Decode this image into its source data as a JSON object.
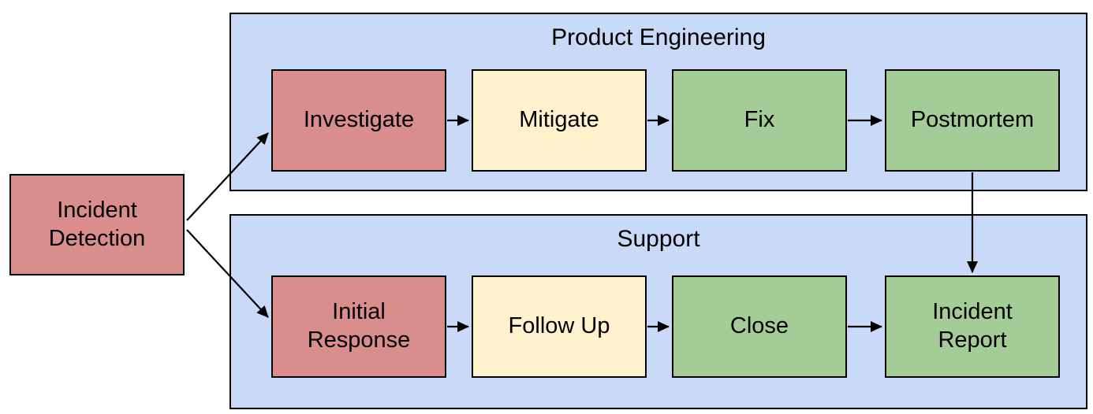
{
  "colors": {
    "red": "#d98d8d",
    "yellow": "#fff2cc",
    "green": "#a4cc96",
    "lane-fill": "#c9daf8",
    "stroke": "#000000",
    "text": "#000000",
    "background": "#ffffff"
  },
  "nodes": {
    "incident_detection": {
      "label": "Incident Detection",
      "fill": "red"
    },
    "investigate": {
      "label": "Investigate",
      "fill": "red"
    },
    "mitigate": {
      "label": "Mitigate",
      "fill": "yellow"
    },
    "fix": {
      "label": "Fix",
      "fill": "green"
    },
    "postmortem": {
      "label": "Postmortem",
      "fill": "green"
    },
    "initial_response": {
      "label": "Initial Response",
      "fill": "red"
    },
    "follow_up": {
      "label": "Follow Up",
      "fill": "yellow"
    },
    "close": {
      "label": "Close",
      "fill": "green"
    },
    "incident_report": {
      "label": "Incident Report",
      "fill": "green"
    }
  },
  "lanes": [
    {
      "title": "Product Engineering",
      "nodes": [
        "investigate",
        "mitigate",
        "fix",
        "postmortem"
      ]
    },
    {
      "title": "Support",
      "nodes": [
        "initial_response",
        "follow_up",
        "close",
        "incident_report"
      ]
    }
  ],
  "edges": [
    {
      "from": "incident_detection",
      "to": "investigate"
    },
    {
      "from": "incident_detection",
      "to": "initial_response"
    },
    {
      "from": "investigate",
      "to": "mitigate"
    },
    {
      "from": "mitigate",
      "to": "fix"
    },
    {
      "from": "fix",
      "to": "postmortem"
    },
    {
      "from": "postmortem",
      "to": "incident_report"
    },
    {
      "from": "initial_response",
      "to": "follow_up"
    },
    {
      "from": "follow_up",
      "to": "close"
    },
    {
      "from": "close",
      "to": "incident_report"
    }
  ]
}
